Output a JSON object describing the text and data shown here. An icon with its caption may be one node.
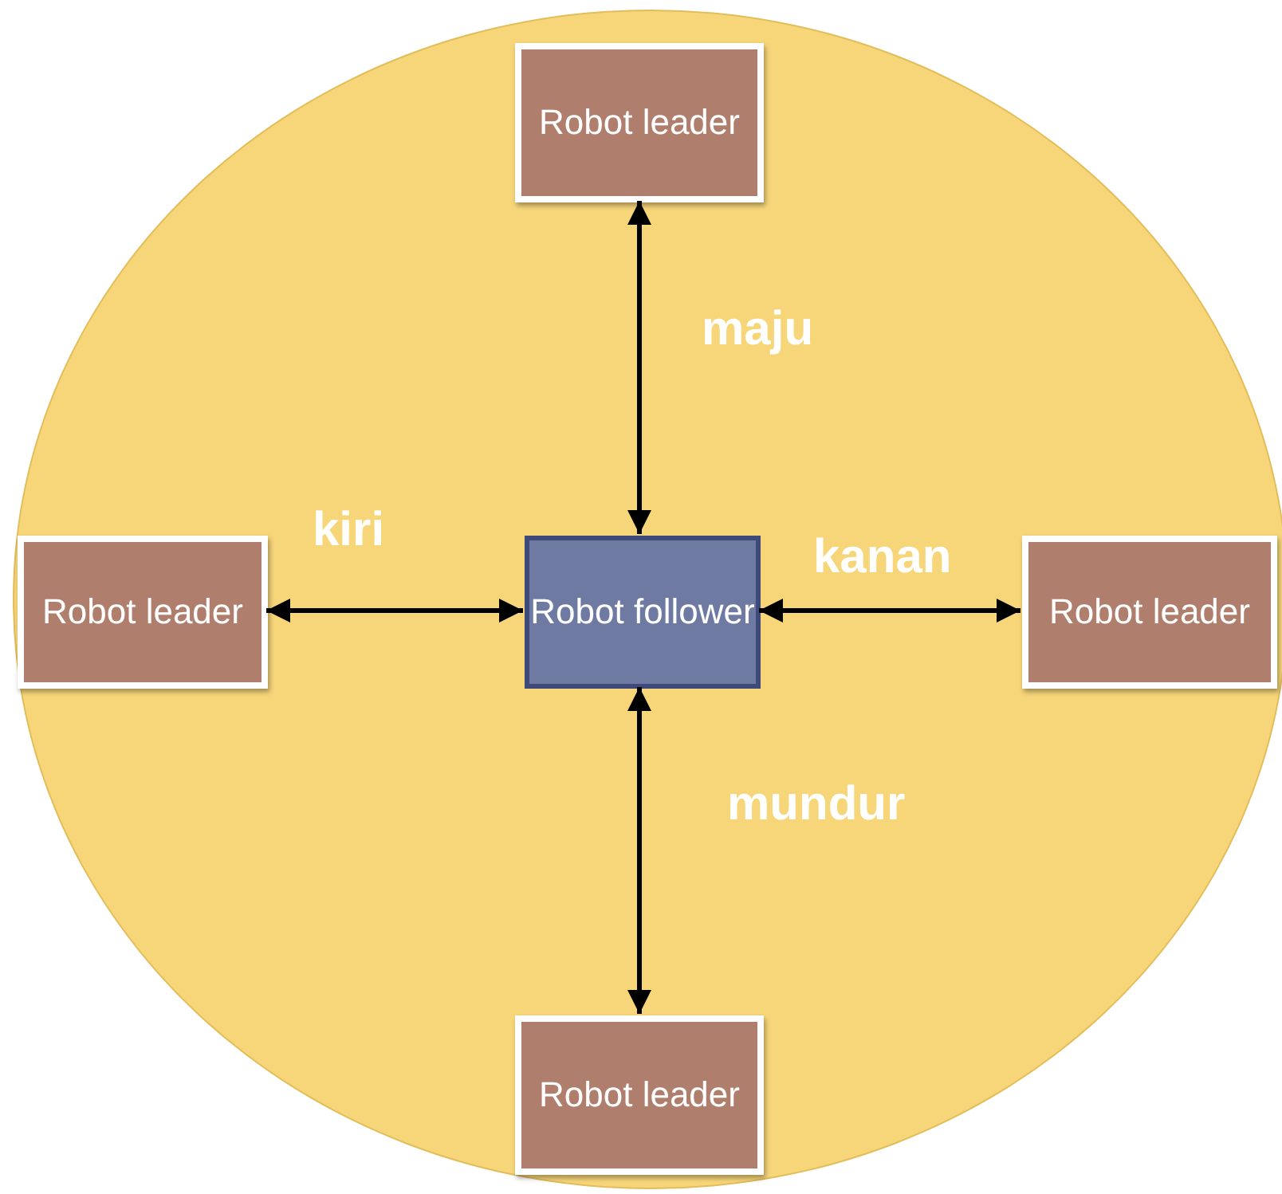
{
  "diagram": {
    "nodes": [
      {
        "text": [],
        "shape": "circle"
      },
      {
        "text": [
          "Robot leader"
        ],
        "in": 0
      },
      {
        "text": [
          "Robot leader"
        ],
        "in": 0
      },
      {
        "text": [
          "Robot follower"
        ],
        "in": 0
      },
      {
        "text": [
          "Robot leader"
        ],
        "in": 0
      },
      {
        "text": [
          "Robot leader"
        ],
        "in": 0
      }
    ],
    "edges": [
      {
        "from": 1,
        "to": 3,
        "arrow": "both",
        "label": "maju"
      },
      {
        "from": 2,
        "to": 3,
        "arrow": "both",
        "label": "kiri"
      },
      {
        "from": 3,
        "to": 4,
        "arrow": "both",
        "label": "kanan"
      },
      {
        "from": 3,
        "to": 5,
        "arrow": "both",
        "label": "mundur"
      }
    ]
  }
}
